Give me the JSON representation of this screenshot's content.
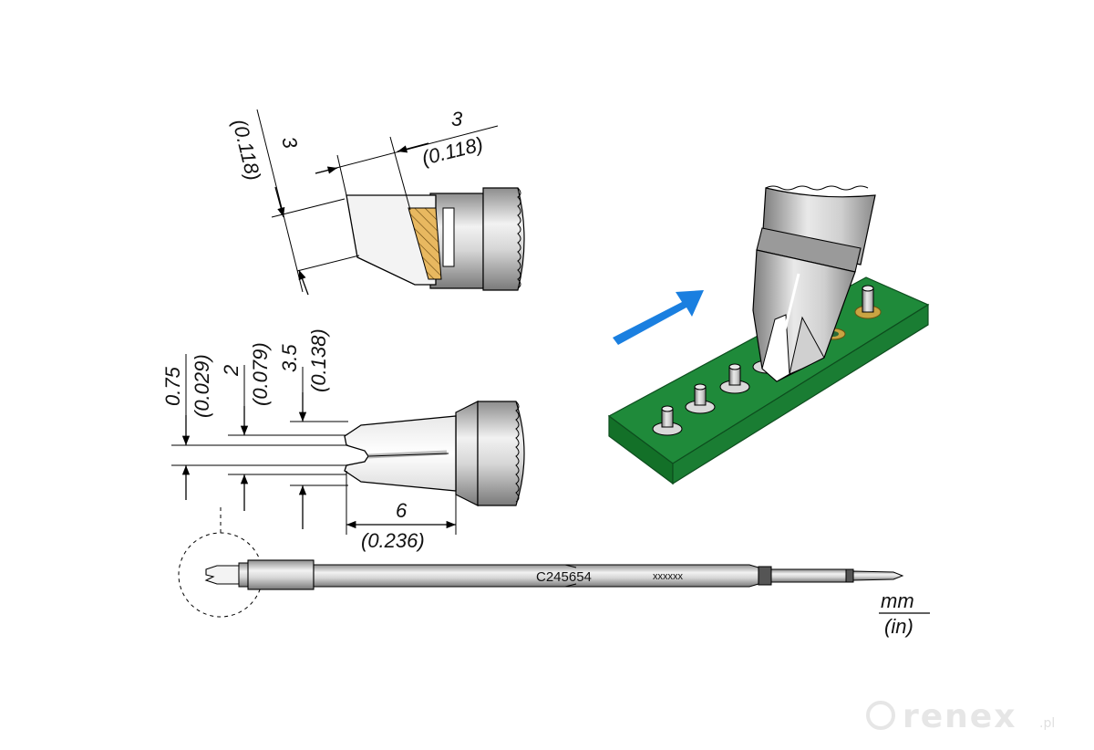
{
  "top_view": {
    "height_mm": "3",
    "height_in": "(0.118)",
    "width_mm": "3",
    "width_in": "(0.118)"
  },
  "front_view": {
    "gap_mm": "0.75",
    "gap_in": "(0.029)",
    "fork_mm": "2",
    "fork_in": "(0.079)",
    "outer_mm": "3.5",
    "outer_in": "(0.138)",
    "length_mm": "6",
    "length_in": "(0.236)"
  },
  "cartridge": {
    "model": "C245654",
    "serial": "xxxxxx"
  },
  "units": {
    "primary": "mm",
    "secondary": "(in)"
  },
  "watermark": {
    "brand": "renex",
    "suffix": ".pl"
  },
  "colors": {
    "pcb_green": "#1f8a3a",
    "pcb_side": "#137028",
    "arrow_blue": "#1a7fe0",
    "pad_gold": "#c9a442",
    "hatch": "#e8b860",
    "metal_mid": "#b9b9b9",
    "metal_dark": "#7d7d7d"
  }
}
